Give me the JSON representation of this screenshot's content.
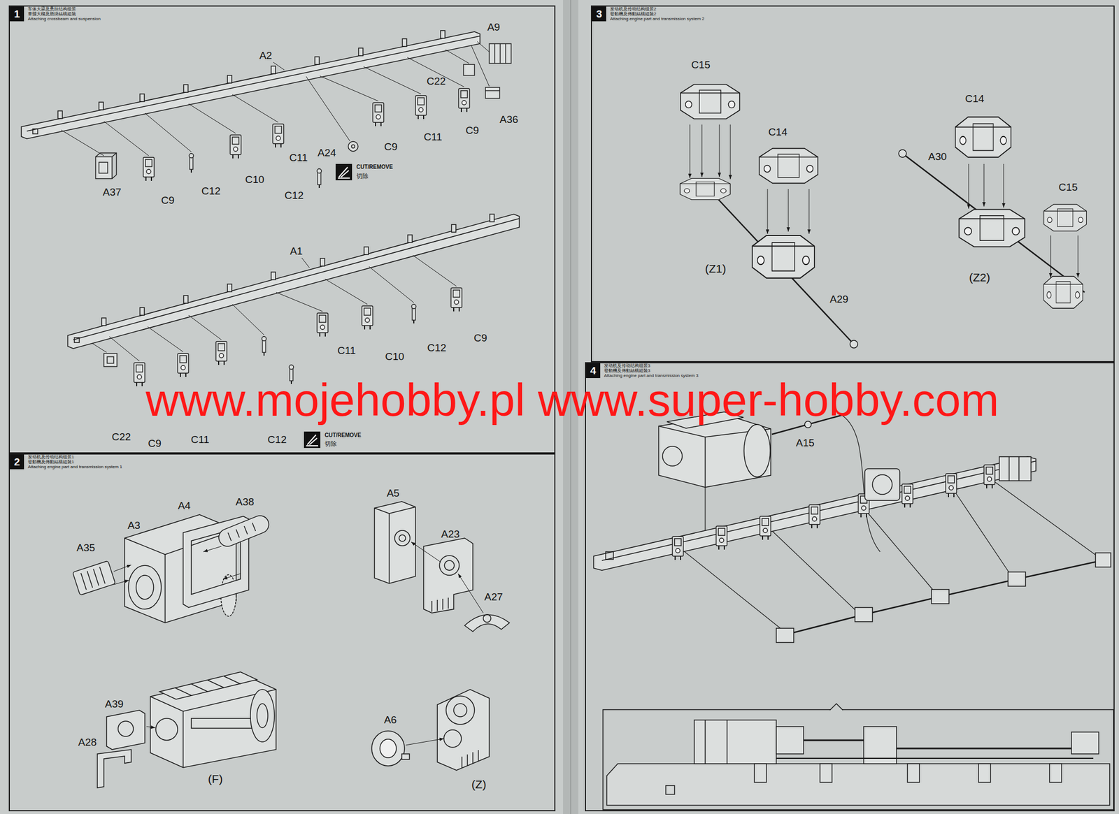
{
  "diagram": {
    "nodes": [
      {
        "text": [
          "1",
          "车体大梁及悬挂结构组装",
          "車體大樑及懸掛結構組裝",
          "Attaching crossbeam and suspension"
        ]
      },
      {
        "text": [
          "2",
          "发动机及传动结构组装1",
          "發動機及傳動結構組裝1",
          "Attaching engine part and transmission system 1"
        ]
      },
      {
        "text": [
          "3",
          "发动机及传动结构组装2",
          "發動機及傳動結構組裝2",
          "Attaching engine part and transmission system 2"
        ]
      },
      {
        "text": [
          "4",
          "发动机及传动结构组装3",
          "發動機及傳動結構組裝3",
          "Attaching engine part and transmission system 3"
        ]
      }
    ],
    "labels": [
      "A2",
      "A9",
      "C22",
      "A36",
      "C9",
      "C11",
      "C9",
      "A24",
      "C11",
      "C10",
      "C12",
      "C9",
      "A37",
      "CUT/REMOVE",
      "切除",
      "C12",
      "A1",
      "C11",
      "C10",
      "C12",
      "C9",
      "C22",
      "C9",
      "C11",
      "C12",
      "CUT/REMOVE",
      "切除",
      "A38",
      "A4",
      "A3",
      "A35",
      "A5",
      "A23",
      "A27",
      "A39",
      "A28",
      "(F)",
      "A6",
      "(Z)",
      "C15",
      "C14",
      "(Z1)",
      "A29",
      "C14",
      "A30",
      "C15",
      "(Z2)",
      "A15",
      "www.mojehobby.pl www.super-hobby.com"
    ]
  }
}
